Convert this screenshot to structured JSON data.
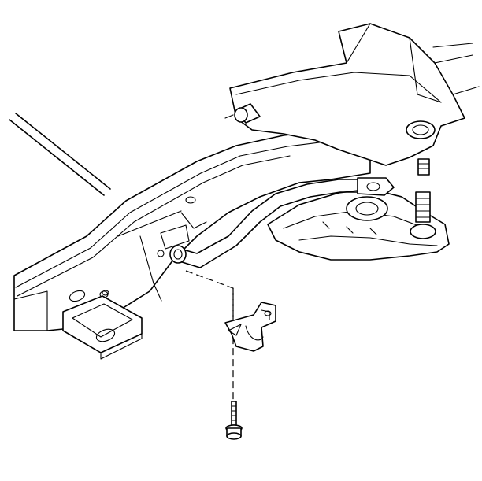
{
  "figure": {
    "kind": "exploded-view line illustration",
    "colors": {
      "line": "#000000",
      "background": "#ffffff"
    },
    "parts": [
      {
        "id": "frame-rail",
        "icon": "frame-rail-icon"
      },
      {
        "id": "control-arm",
        "icon": "control-arm-icon"
      },
      {
        "id": "stabilizer-bar",
        "icon": "stabilizer-bar-icon"
      },
      {
        "id": "bracket-clamp",
        "icon": "clamp-bracket-icon"
      },
      {
        "id": "bolt",
        "icon": "bolt-icon"
      },
      {
        "id": "ball-joint",
        "icon": "ball-joint-icon"
      }
    ]
  }
}
